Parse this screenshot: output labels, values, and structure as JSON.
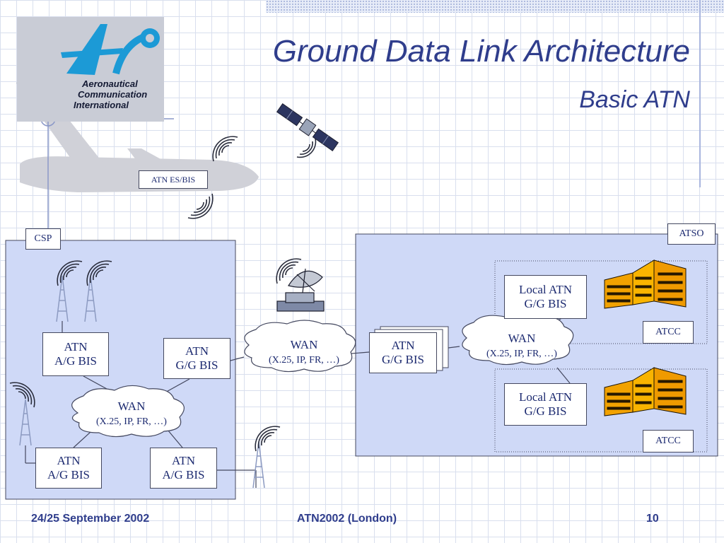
{
  "title": "Ground Data Link Architecture",
  "subtitle": "Basic ATN",
  "logo": {
    "line1": "Aeronautical",
    "line2": "Communication",
    "line3": "International"
  },
  "aircraft_label": "ATN ES/BIS",
  "csp": {
    "label": "CSP",
    "nodes": [
      {
        "line1": "ATN",
        "line2": "A/G BIS"
      },
      {
        "line1": "ATN",
        "line2": "G/G BIS"
      },
      {
        "line1": "ATN",
        "line2": "A/G BIS"
      },
      {
        "line1": "ATN",
        "line2": "A/G BIS"
      }
    ],
    "wan": {
      "line1": "WAN",
      "line2": "(X.25, IP, FR, …)"
    }
  },
  "central_wan": {
    "line1": "WAN",
    "line2": "(X.25, IP, FR, …)"
  },
  "atso": {
    "label": "ATSO",
    "gateway": {
      "line1": "ATN",
      "line2": "G/G BIS"
    },
    "wan": {
      "line1": "WAN",
      "line2": "(X.25, IP, FR, …)"
    },
    "local_nodes": [
      {
        "line1": "Local ATN",
        "line2": "G/G BIS"
      },
      {
        "line1": "Local ATN",
        "line2": "G/G BIS"
      }
    ],
    "atcc_labels": [
      "ATCC",
      "ATCC"
    ]
  },
  "footer": {
    "date": "24/25 September 2002",
    "event": "ATN2002 (London)",
    "page": "10"
  },
  "colors": {
    "panel_fill": "#cfd9f7",
    "title": "#2f3d8c",
    "box_text": "#1c2a70",
    "building_orange": "#f5a400"
  }
}
